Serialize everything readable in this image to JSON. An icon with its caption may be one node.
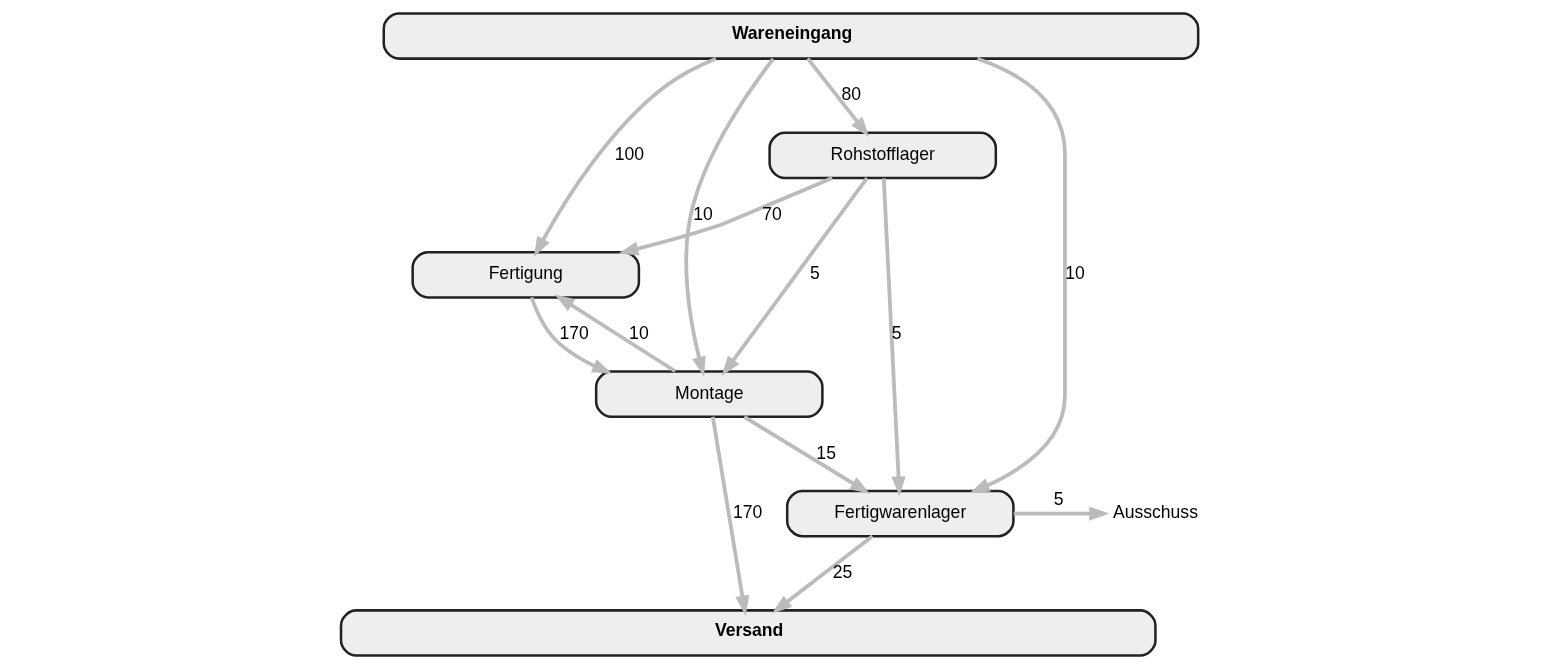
{
  "diagram": {
    "nodes": [
      {
        "text": [
          "Wareneingang"
        ]
      },
      {
        "text": [
          "Rohstofflager"
        ]
      },
      {
        "text": [
          "Fertigung"
        ]
      },
      {
        "text": [
          "Montage"
        ]
      },
      {
        "text": [
          "Fertigwarenlager"
        ]
      },
      {
        "text": [
          "Versand"
        ]
      },
      {
        "text": [
          "Ausschuss"
        ]
      }
    ],
    "edges": [
      {
        "from": 0,
        "to": 3,
        "arrow": "to",
        "label": "10"
      },
      {
        "from": 0,
        "to": 2,
        "arrow": "to",
        "label": "100"
      },
      {
        "from": 0,
        "to": 1,
        "arrow": "to",
        "label": "80"
      },
      {
        "from": 0,
        "to": 4,
        "arrow": "to",
        "label": "10"
      },
      {
        "from": 1,
        "to": 2,
        "arrow": "to",
        "label": "70"
      },
      {
        "from": 1,
        "to": 3,
        "arrow": "to",
        "label": "5"
      },
      {
        "from": 1,
        "to": 4,
        "arrow": "to",
        "label": "5"
      },
      {
        "from": 2,
        "to": 3,
        "arrow": "to",
        "label": "170"
      },
      {
        "from": 3,
        "to": 2,
        "arrow": "to",
        "label": "10"
      },
      {
        "from": 3,
        "to": 4,
        "arrow": "to",
        "label": "15"
      },
      {
        "from": 3,
        "to": 5,
        "arrow": "to",
        "label": "170"
      },
      {
        "from": 4,
        "to": 5,
        "arrow": "to",
        "label": "25"
      },
      {
        "from": 4,
        "to": 6,
        "arrow": "to",
        "label": "5"
      }
    ]
  }
}
